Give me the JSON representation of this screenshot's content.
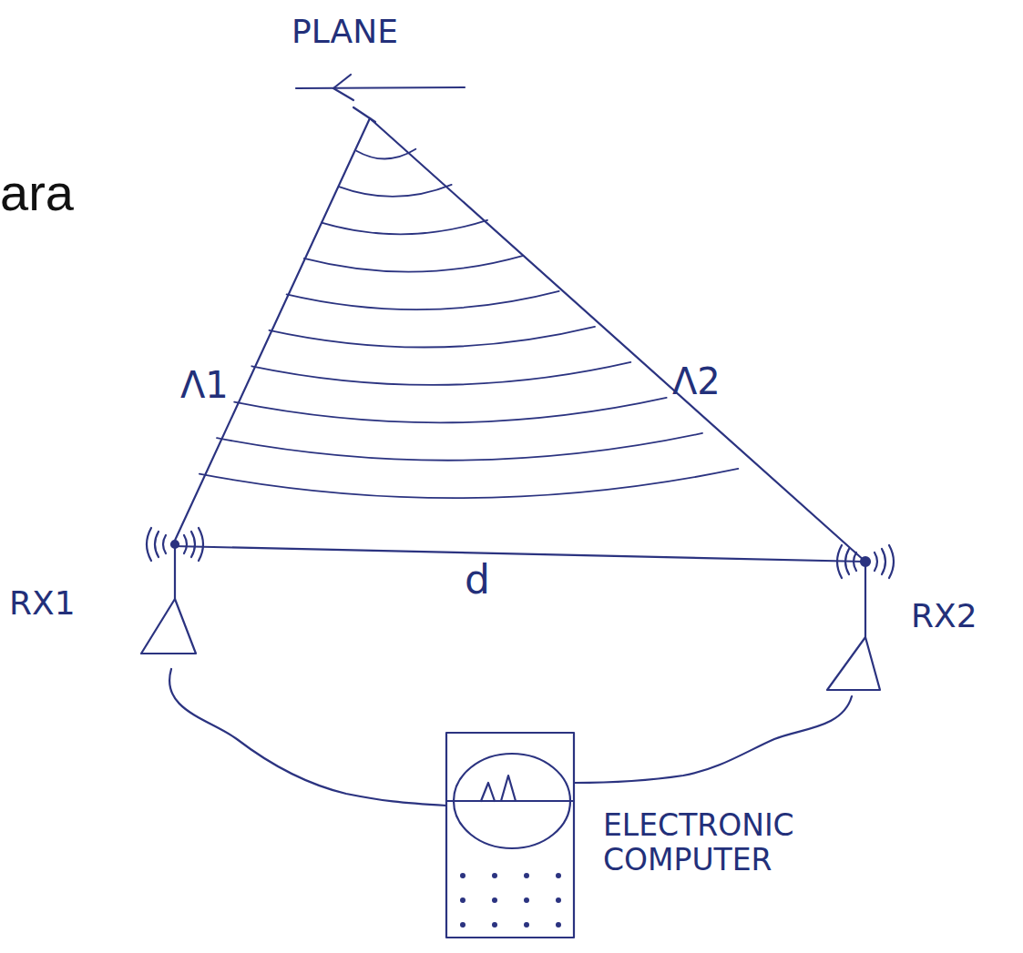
{
  "diagram": {
    "labels": [
      "ara",
      "PLANE",
      "Λ1",
      "Λ2",
      "d",
      "RX1",
      "RX2",
      "ELECTRONIC COMPUTER"
    ]
  }
}
